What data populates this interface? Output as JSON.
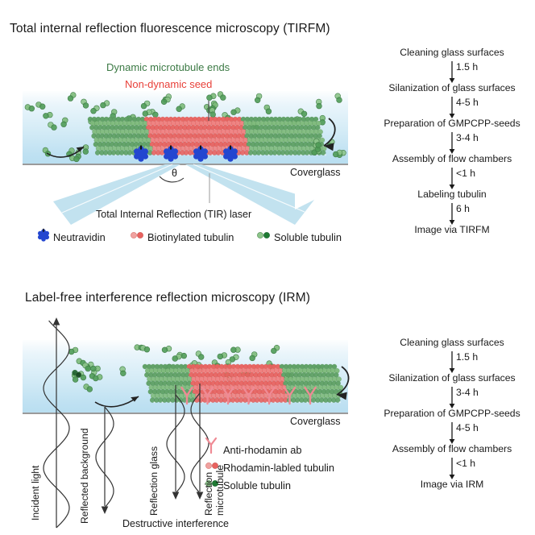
{
  "figure": {
    "panels": [
      {
        "id": "tirfm",
        "title": "Total internal reflection fluorescence microscopy (TIRFM)",
        "annotations": {
          "dynamic_ends": "Dynamic microtubule ends",
          "nondynamic_seed": "Non-dynamic seed",
          "coverglass": "Coverglass",
          "laser": "Total Internal Reflection (TIR) laser",
          "angle_symbol": "θ"
        },
        "legend": [
          {
            "icon": "neutravidin-icon",
            "label": "Neutravidin",
            "color": "#2346d0"
          },
          {
            "icon": "biotinylated-tubulin-icon",
            "label": "Biotinylated tubulin",
            "color": "#ef6a6a"
          },
          {
            "icon": "soluble-tubulin-icon",
            "label": "Soluble tubulin",
            "color": "#2f8f4e"
          }
        ],
        "flow": {
          "steps": [
            "Cleaning glass surfaces",
            "Silanization of glass surfaces",
            "Preparation of GMPCPP-seeds",
            "Assembly of flow chambers",
            "Labeling tubulin",
            "Image via TIRFM"
          ],
          "times": [
            "1.5 h",
            "4-5 h",
            "3-4 h",
            "<1 h",
            "6 h"
          ]
        }
      },
      {
        "id": "irm",
        "title": "Label-free interference reflection microscopy (IRM)",
        "annotations": {
          "coverglass": "Coverglass",
          "incident_light": "Incident light",
          "reflected_background": "Reflected background",
          "reflection_glass": "Reflection glass",
          "reflection_microtubule_line1": "Reflection",
          "reflection_microtubule_line2": "microtubule",
          "destructive_interference": "Destructive interference"
        },
        "legend": [
          {
            "icon": "antibody-icon",
            "label": "Anti-rhodamin ab",
            "color": "#ef8a94"
          },
          {
            "icon": "rhodamin-tubulin-icon",
            "label": "Rhodamin-labled tubulin",
            "color": "#ef6a6a"
          },
          {
            "icon": "soluble-tubulin-icon",
            "label": "Soluble tubulin",
            "color": "#2f8f4e"
          }
        ],
        "flow": {
          "steps": [
            "Cleaning glass surfaces",
            "Silanization of glass surfaces",
            "Preparation of GMPCPP-seeds",
            "Assembly of flow chambers",
            "Image via IRM"
          ],
          "times": [
            "1.5 h",
            "3-4 h",
            "4-5 h",
            "<1 h"
          ]
        }
      }
    ],
    "colors": {
      "seed_red": "#ef6a6a",
      "tubulin_green": "#6fb06f",
      "tubulin_green_dark": "#3c7a45",
      "neutravidin_blue": "#2346d0",
      "chamber_blue": "#bfe1f2",
      "laser_beam": "#bfe0ee",
      "coverglass_gray": "#9a9a9a",
      "title_text": "#1a1a1a"
    }
  }
}
